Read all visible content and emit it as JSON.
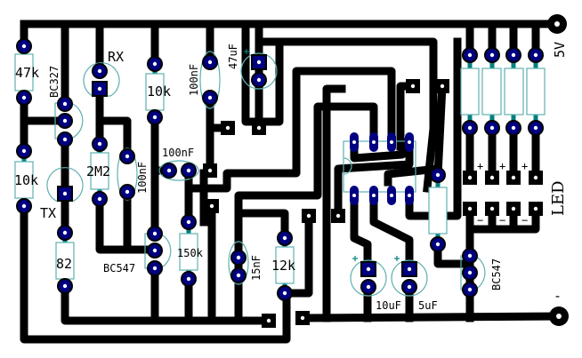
{
  "title": "PCB copper layout - IR transceiver with LED driver",
  "supply": {
    "positive_label": "5V",
    "negative_label": "-"
  },
  "resistors": [
    {
      "ref": "r-47k",
      "value": "47k"
    },
    {
      "ref": "r-10k-left",
      "value": "10k"
    },
    {
      "ref": "r-82",
      "value": "82"
    },
    {
      "ref": "r-2m2",
      "value": "2M2"
    },
    {
      "ref": "r-10k-mid",
      "value": "10k"
    },
    {
      "ref": "r-150k",
      "value": "150k"
    },
    {
      "ref": "r-12k",
      "value": "12k"
    },
    {
      "ref": "r-ic-out",
      "value": ""
    },
    {
      "ref": "r-led-1",
      "value": ""
    },
    {
      "ref": "r-led-2",
      "value": ""
    },
    {
      "ref": "r-led-3",
      "value": ""
    },
    {
      "ref": "r-led-4",
      "value": ""
    }
  ],
  "capacitors": [
    {
      "ref": "c-100nf-a",
      "value": "100nF"
    },
    {
      "ref": "c-100nf-b",
      "value": "100nF"
    },
    {
      "ref": "c-100nf-c",
      "value": "100nF"
    },
    {
      "ref": "c-47uf",
      "value": "47uF"
    },
    {
      "ref": "c-15nf",
      "value": "15nF"
    },
    {
      "ref": "c-10uf",
      "value": "10uF"
    },
    {
      "ref": "c-5uf",
      "value": "5uF"
    }
  ],
  "transistors": [
    {
      "ref": "q-bc327",
      "value": "BC327"
    },
    {
      "ref": "q-bc547-left",
      "value": "BC547"
    },
    {
      "ref": "q-bc547-right",
      "value": "BC547"
    }
  ],
  "diodes": [
    {
      "ref": "d-rx",
      "value": "RX"
    },
    {
      "ref": "d-tx",
      "value": "TX"
    }
  ],
  "led_header": {
    "label": "LED",
    "plus_marks": [
      "+",
      "+",
      "+"
    ],
    "minus_marks": [
      "−",
      "−",
      "−"
    ]
  },
  "polarity_mark": "+"
}
